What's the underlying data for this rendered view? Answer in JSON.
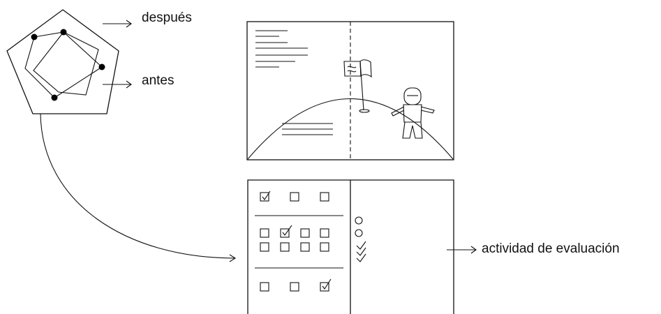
{
  "labels": {
    "after": "después",
    "before": "antes",
    "evaluation_activity": "actividad de evaluación"
  },
  "colors": {
    "line": "#111111",
    "background": "#ffffff"
  },
  "icons": [
    "radar-pentagon-icon",
    "flag-icon",
    "astronaut-icon",
    "checkbox-icon",
    "checked-checkbox-icon",
    "circle-icon",
    "checkmark-icon",
    "arrow-icon"
  ]
}
